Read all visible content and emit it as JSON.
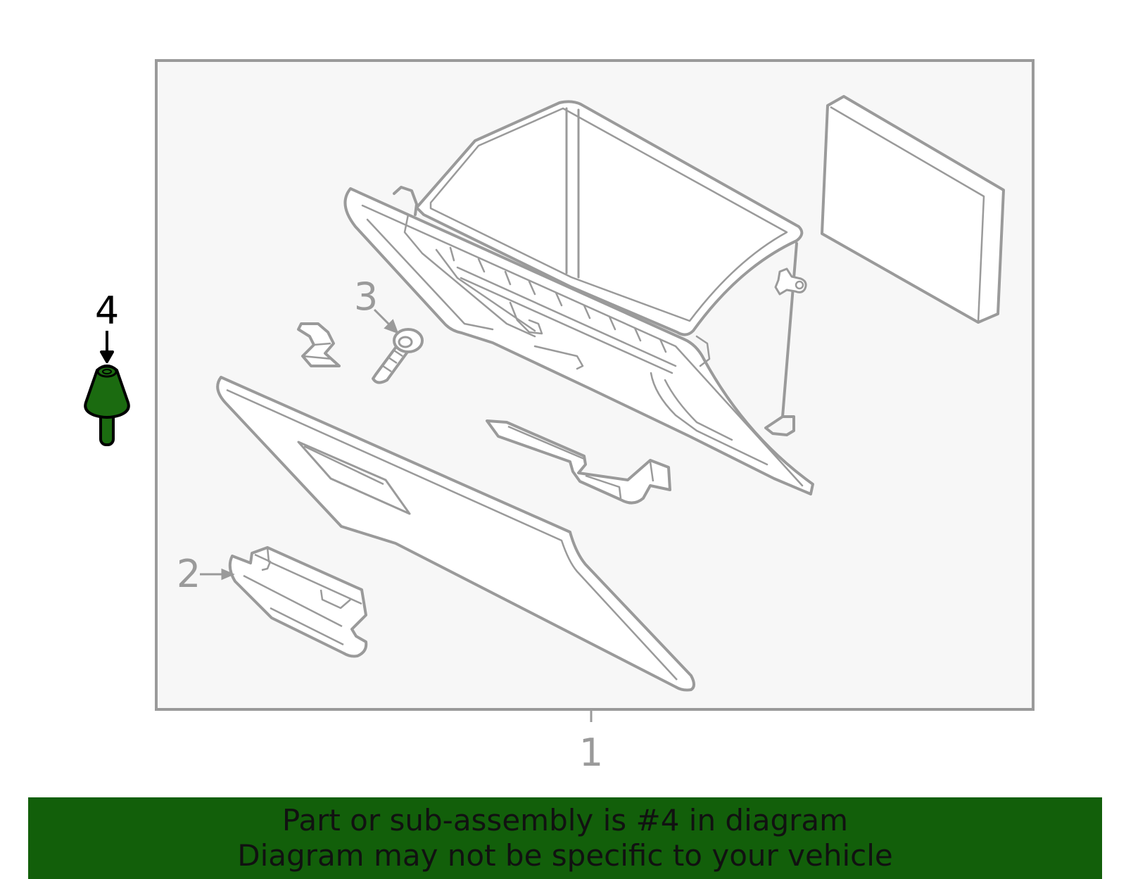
{
  "callouts": {
    "part1": "1",
    "part2": "2",
    "part3": "3",
    "part4": "4"
  },
  "banner": {
    "line1": "Part or sub-assembly is #4 in diagram",
    "line2": "Diagram may not be specific to your vehicle"
  },
  "colors": {
    "highlight_part": "#1b6b10",
    "banner_bg": "#125f0a",
    "outline": "#9a9a9a",
    "frame_fill": "#f7f7f7"
  }
}
